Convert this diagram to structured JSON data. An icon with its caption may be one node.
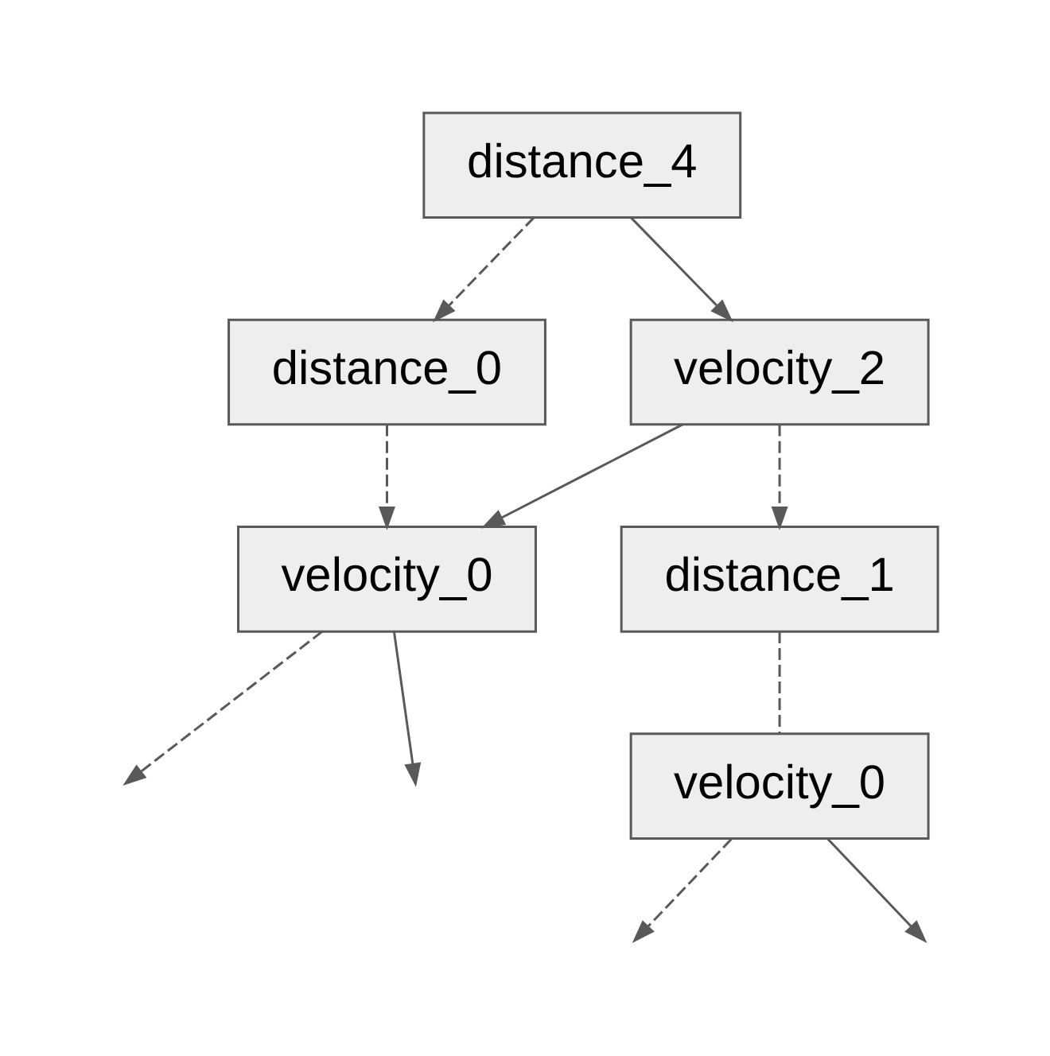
{
  "diagram": {
    "nodes": [
      {
        "text": [
          "distance_4"
        ]
      },
      {
        "text": [
          "velocity_2"
        ]
      },
      {
        "text": [
          "distance_0"
        ]
      },
      {
        "text": [
          "distance_1"
        ]
      },
      {
        "text": [
          "velocity_0"
        ]
      },
      {
        "text": [
          "velocity_0"
        ]
      }
    ],
    "edges": [
      {
        "from": 0,
        "to": 2,
        "arrow": "to",
        "style": "dashed"
      },
      {
        "from": 0,
        "to": 1,
        "arrow": "to"
      },
      {
        "from": 1,
        "to": 4,
        "arrow": "to"
      },
      {
        "from": 1,
        "to": 3,
        "arrow": "to",
        "style": "dashed"
      },
      {
        "from": 2,
        "to": 4,
        "arrow": "to",
        "style": "dashed"
      },
      {
        "from": 3,
        "to": 5,
        "arrow": "none",
        "style": "dashed"
      },
      {
        "from": 4,
        "to": null,
        "arrow": "to",
        "style": "dashed"
      },
      {
        "from": 4,
        "to": null,
        "arrow": "to"
      },
      {
        "from": 5,
        "to": null,
        "arrow": "to",
        "style": "dashed"
      },
      {
        "from": 5,
        "to": null,
        "arrow": "to"
      }
    ]
  }
}
